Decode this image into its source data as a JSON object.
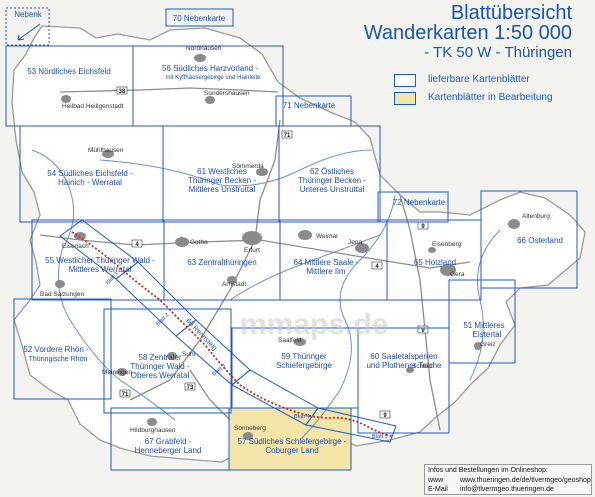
{
  "title": {
    "line1": "Blattübersicht",
    "line2": "Wanderkarten 1:50 000",
    "line3": "- TK 50 W - Thüringen"
  },
  "legend": {
    "available": "lieferbare Kartenblätter",
    "in_progress": "Kartenblätter in Bearbeitung",
    "available_color": "#1f5bc5",
    "in_progress_color": "#f3e4a8"
  },
  "info": {
    "heading": "Infos und Bestellungen im Onlineshop:",
    "www_label": "www",
    "www_value": "www.thueringen.de/de/tlvermgeo/geoshop",
    "email_label": "E-Mail",
    "email_value": "info@tlvermgeo.thueringen.de"
  },
  "watermark": "mmaps.de",
  "colors": {
    "sheet_border": "#1f5bc5",
    "sheet_label": "#1a4fb0",
    "route": "#cc2a1a",
    "road": "#8c8c8c",
    "river": "#6a8fd6",
    "city": "#8a8a8a",
    "in_progress_fill": "#f3e4a8",
    "state_fill": "#ffffff"
  },
  "sheets": [
    {
      "id": "nebenk",
      "label": "Nebenk",
      "dashed": true
    },
    {
      "id": "s70",
      "label": "70 Nebenkarte"
    },
    {
      "id": "s53",
      "label": "53 Nördliches Eichsfeld"
    },
    {
      "id": "s56",
      "label": "56 Südliches Harzvorland -",
      "sub": "mit Kyffhäusergebirge und Hainleite"
    },
    {
      "id": "s71",
      "label": "71 Nebenkarte"
    },
    {
      "id": "s54",
      "label": "54 Südliches Eichsfeld -",
      "sub": "Hainich - Werratal"
    },
    {
      "id": "s61",
      "label": "61 Westliches",
      "sub": "Thüringer Becken -",
      "sub2": "Mittleres Unstruttal"
    },
    {
      "id": "s62",
      "label": "62 Östliches",
      "sub": "Thüringer Becken -",
      "sub2": "Unteres Unstruttal"
    },
    {
      "id": "s72",
      "label": "72 Nebenkarte"
    },
    {
      "id": "s66",
      "label": "66 Osterland"
    },
    {
      "id": "s55",
      "label": "55 Westlicher Thüringer Wald -",
      "sub": "Mittleres Werratal"
    },
    {
      "id": "s63",
      "label": "63 Zentralthüringen"
    },
    {
      "id": "s64",
      "label": "64 Mittlere Saale -",
      "sub": "Mittlere Ilm"
    },
    {
      "id": "s65",
      "label": "65 Holzland"
    },
    {
      "id": "s51",
      "label": "51 Mittleres",
      "sub": "Elstertal"
    },
    {
      "id": "s52",
      "label": "52 Vordere Rhön -",
      "sub": "Thüringische Rhön"
    },
    {
      "id": "s58",
      "label": "58 Zentraler",
      "sub": "Thüringer Wald -",
      "sub2": "Oberes Werratal"
    },
    {
      "id": "s59",
      "label": "59 Thüringer",
      "sub": "Schiefergebirge"
    },
    {
      "id": "s60",
      "label": "60 Saaletalsperren",
      "sub": "und Plothener Teiche"
    },
    {
      "id": "s57",
      "label": "57 Südliches Schiefergebirge -",
      "sub": "Coburger Land",
      "in_progress": true
    },
    {
      "id": "s67",
      "label": "67 Grabfeld -",
      "sub": "Henneberger Land"
    },
    {
      "id": "rennsteig",
      "label": "60 Rennsteig"
    }
  ],
  "strip_sheets": [
    "Blatt 1",
    "Blatt 2",
    "Blatt 3",
    "Blatt 4",
    "Blatt 5"
  ],
  "cities": [
    "Nordhausen",
    "Heilbad Heiligenstadt",
    "Sondershausen",
    "Mühlhausen",
    "Sömmerda",
    "Eisenach",
    "Gotha",
    "Erfurt",
    "Weimar",
    "Jena",
    "Gera",
    "Altenburg",
    "Arnstadt",
    "Bad Salzungen",
    "Eisenberg",
    "Meiningen",
    "Suhl",
    "Saalfeld",
    "Greiz",
    "Hildburghausen",
    "Sonneberg",
    "Schleiz"
  ],
  "road_signs": [
    "38",
    "71",
    "4",
    "4",
    "9",
    "9",
    "71",
    "73",
    "9"
  ]
}
